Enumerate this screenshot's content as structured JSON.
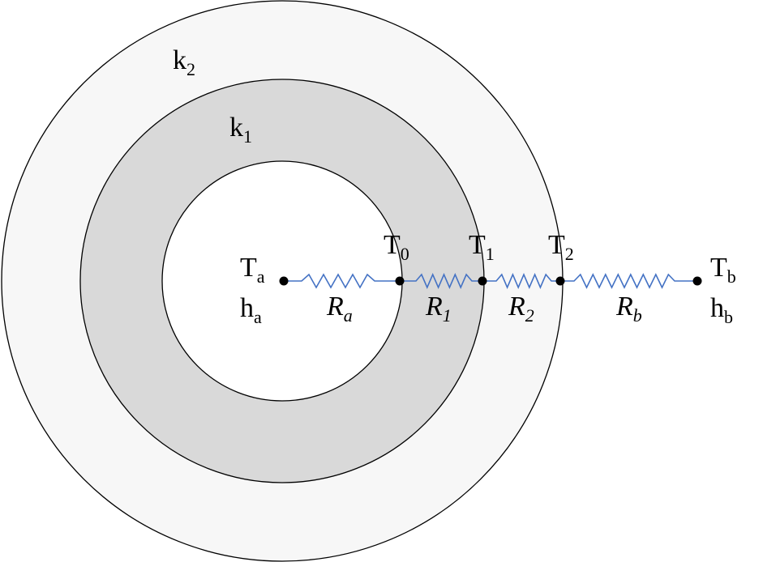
{
  "colors": {
    "outer_layer_fill": "#f7f7f7",
    "inner_layer_fill": "#d9d9d9",
    "bore_fill": "#ffffff",
    "outline": "#000000",
    "resistor_line": "#4472c4",
    "node_dot": "#000000"
  },
  "layers": {
    "k2": {
      "base": "k",
      "sub": "2"
    },
    "k1": {
      "base": "k",
      "sub": "1"
    }
  },
  "nodes": {
    "Ta": {
      "base": "T",
      "sub": "a"
    },
    "ha": {
      "base": "h",
      "sub": "a"
    },
    "T0": {
      "base": "T",
      "sub": "0"
    },
    "T1": {
      "base": "T",
      "sub": "1"
    },
    "T2": {
      "base": "T",
      "sub": "2"
    },
    "Tb": {
      "base": "T",
      "sub": "b"
    },
    "hb": {
      "base": "h",
      "sub": "b"
    }
  },
  "resistors": {
    "Ra": {
      "base": "R",
      "sub": "a"
    },
    "R1": {
      "base": "R",
      "sub": "1"
    },
    "R2": {
      "base": "R",
      "sub": "2"
    },
    "Rb": {
      "base": "R",
      "sub": "b"
    }
  }
}
